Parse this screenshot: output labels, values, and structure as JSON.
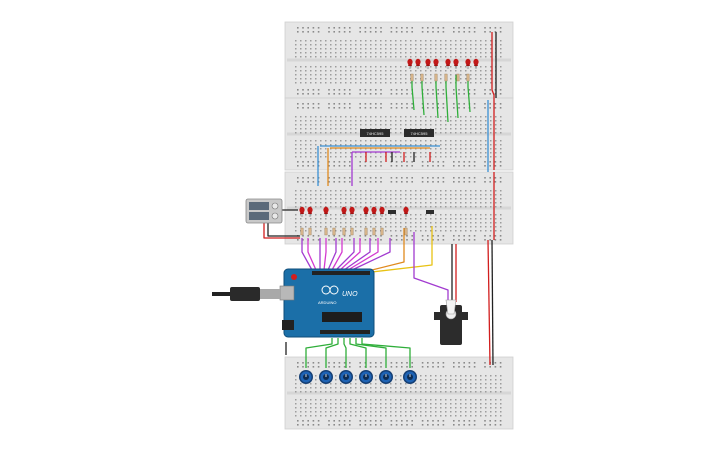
{
  "board": {
    "logo_text": "UNO",
    "brand_text": "ARDUINO",
    "accent_color": "#1b6fa8"
  },
  "chips": [
    {
      "label": "74HC595"
    },
    {
      "label": "74HC595"
    }
  ],
  "colors": {
    "breadboard": "#e6e6e6",
    "led_red": "#c21818",
    "wire_green": "#2fae3a",
    "wire_purple": "#a23bd0",
    "wire_pink": "#d43ad0",
    "wire_orange": "#e08a1e",
    "wire_yellow": "#e8c214",
    "wire_blue": "#3a8fd4",
    "wire_red": "#d21e1e",
    "wire_black": "#222222",
    "pot_blue": "#1e63b5"
  },
  "icons": {
    "power_supply": "lcd-power-supply-icon",
    "servo": "servo-motor-icon",
    "usb_cable": "usb-cable-icon",
    "potentiometer": "potentiometer-icon",
    "led": "red-led-icon"
  }
}
